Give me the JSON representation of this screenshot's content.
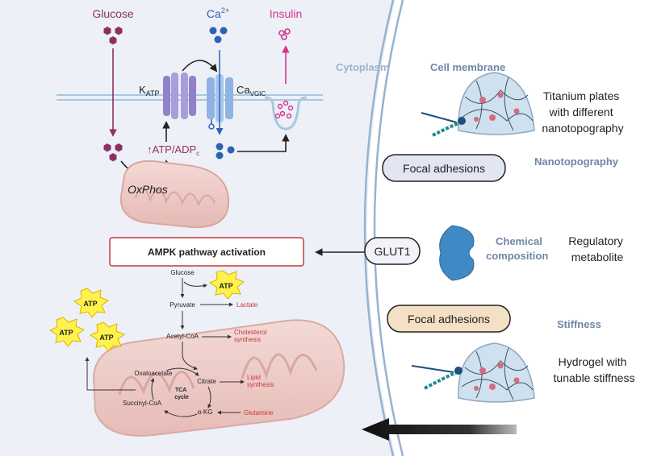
{
  "top": {
    "glucose": "Glucose",
    "ca_base": "Ca",
    "ca_sup": "2+",
    "insulin": "Insulin",
    "katp_base": "K",
    "katp_sub": "ATP",
    "cavgic_base": "Ca",
    "cavgic_sub": "VGIC",
    "atp_adp_base": "↑ATP/ADP",
    "atp_adp_sub": "c",
    "oxphos": "OxPhos"
  },
  "regions": {
    "cytoplasm": "Cytoplasm",
    "cell_membrane": "Cell membrane",
    "nanotopography": "Nanotopography",
    "chemical_line1": "Chemical",
    "chemical_line2": "composition",
    "stiffness": "Stiffness"
  },
  "right": {
    "titanium_line1": "Titanium plates",
    "titanium_line2": "with different",
    "titanium_line3": "nanotopography",
    "focal_adhesions_top": "Focal adhesions",
    "glut1": "GLUT1",
    "regulatory_line1": "Regulatory",
    "regulatory_line2": "metabolite",
    "focal_adhesions_bottom": "Focal adhesions",
    "hydrogel_line1": "Hydrogel  with",
    "hydrogel_line2": "tunable stiffness"
  },
  "ampk_box": "AMPK  pathway activation",
  "metabolism": {
    "glucose": "Glucose",
    "atp": "ATP",
    "pyruvate": "Pyruvate",
    "lactate": "Lactate",
    "acetyl_coa": "Acetyl-CoA",
    "cholesterol_line1": "Cholesterol",
    "cholesterol_line2": "synthesis",
    "oxaloacetate": "Oxaloacetate",
    "citrate": "Citrate",
    "lipid_line1": "Lipid",
    "lipid_line2": "synthesis",
    "tca_line1": "TCA",
    "tca_line2": "cycle",
    "succinyl_coa": "Succinyl-CoA",
    "akg": "α-KG",
    "glutamine": "Glutamine"
  },
  "colors": {
    "glucose": "#8e2f63",
    "calcium": "#2b63b5",
    "insulin": "#d6338f",
    "label_blue": "#6f86a8",
    "red_text": "#c8383b",
    "focal_fill": "#e1e6f2",
    "focal_fill_orange": "#f4e0c4",
    "glut1_fill": "#f1f3f8"
  }
}
